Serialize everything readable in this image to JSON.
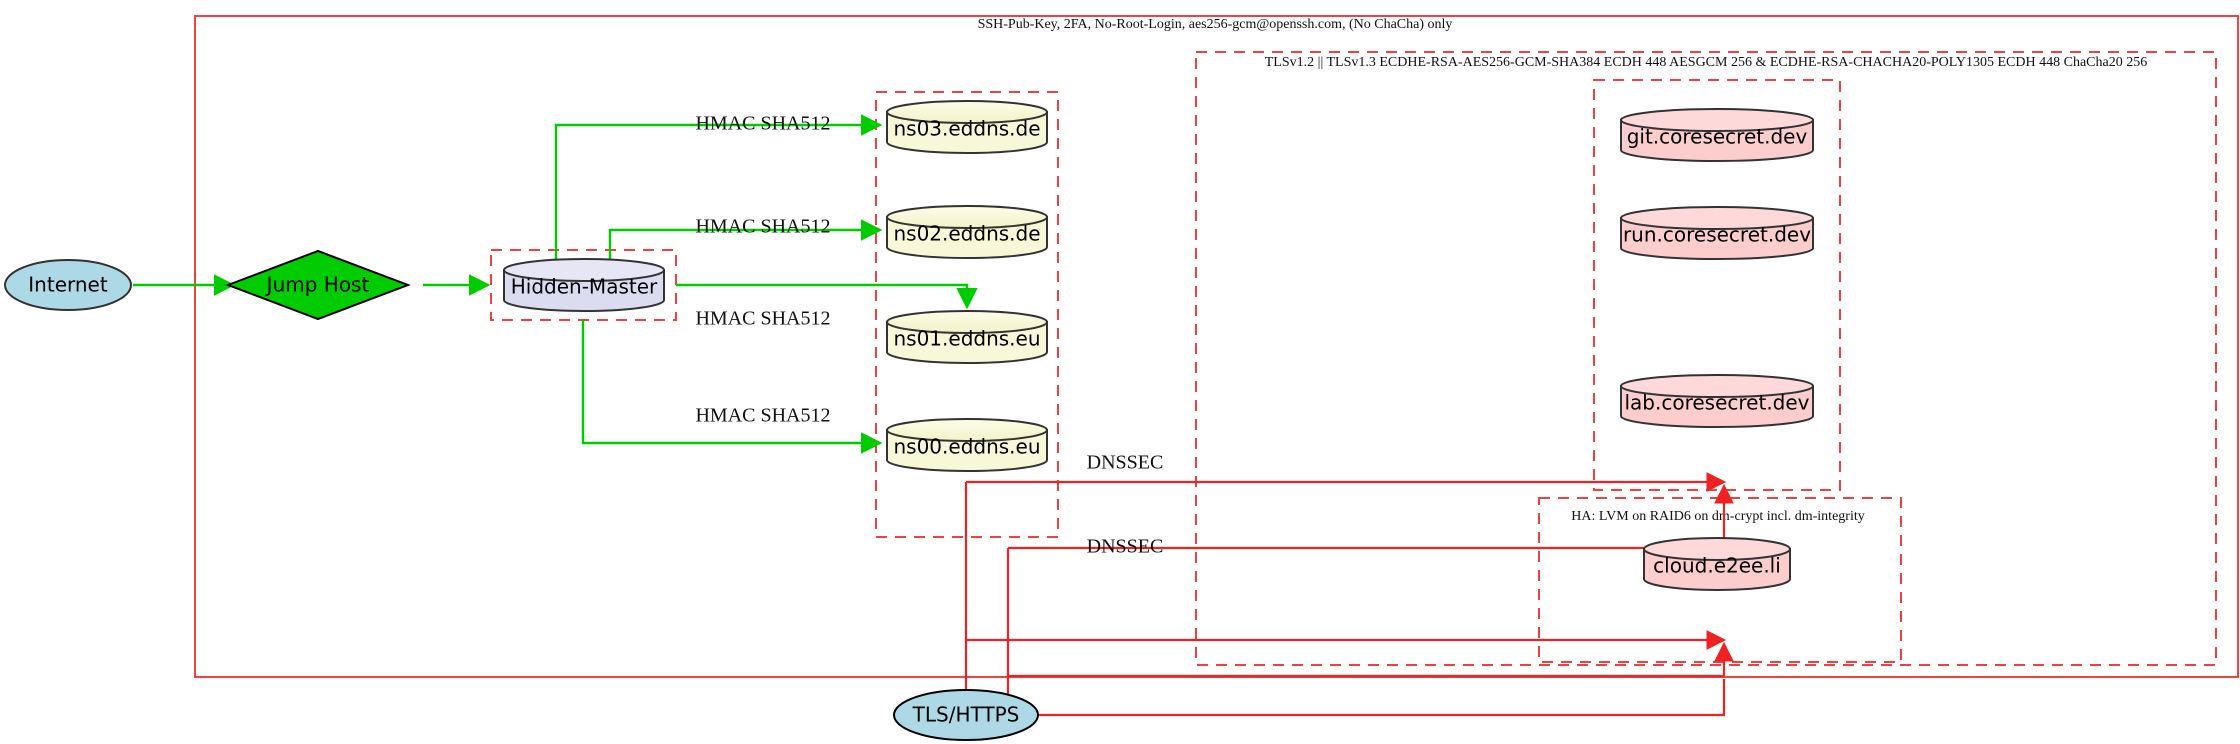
{
  "diagram": {
    "title_labels": {
      "ssh_policy": "SSH-Pub-Key, 2FA, No-Root-Login, aes256-gcm@openssh.com, (No ChaCha) only",
      "tls_policy": "TLSv1.2 || TLSv1.3 ECDHE-RSA-AES256-GCM-SHA384 ECDH 448 AESGCM 256 & ECDHE-RSA-CHACHA20-POLY1305 ECDH 448 ChaCha20 256",
      "ha_policy": "HA: LVM on RAID6 on dm-crypt incl. dm-integrity"
    },
    "nodes": {
      "internet": {
        "label": "Internet",
        "shape": "ellipse",
        "fill": "#add8e6"
      },
      "jump_host": {
        "label": "Jump Host",
        "shape": "diamond",
        "fill": "#00cc00"
      },
      "hidden_master": {
        "label": "Hidden-Master",
        "shape": "cylinder",
        "fill": "#dcdcf0"
      },
      "ns03": {
        "label": "ns03.eddns.de",
        "shape": "cylinder",
        "fill": "#f8f8d8"
      },
      "ns02": {
        "label": "ns02.eddns.de",
        "shape": "cylinder",
        "fill": "#f8f8d8"
      },
      "ns01": {
        "label": "ns01.eddns.eu",
        "shape": "cylinder",
        "fill": "#f8f8d8"
      },
      "ns00": {
        "label": "ns00.eddns.eu",
        "shape": "cylinder",
        "fill": "#f8f8d8"
      },
      "git": {
        "label": "git.coresecret.dev",
        "shape": "cylinder",
        "fill": "#fbcdcd"
      },
      "run": {
        "label": "run.coresecret.dev",
        "shape": "cylinder",
        "fill": "#fbcdcd"
      },
      "lab": {
        "label": "lab.coresecret.dev",
        "shape": "cylinder",
        "fill": "#fbcdcd"
      },
      "cloud": {
        "label": "cloud.e2ee.li",
        "shape": "cylinder",
        "fill": "#fbcdcd"
      },
      "tls_https": {
        "label": "TLS/HTTPS",
        "shape": "ellipse",
        "fill": "#add8e6"
      }
    },
    "edge_labels": {
      "hmac_ns03": "HMAC SHA512",
      "hmac_ns02": "HMAC SHA512",
      "hmac_ns01": "HMAC SHA512",
      "hmac_ns00": "HMAC SHA512",
      "dnssec_upper": "DNSSEC",
      "dnssec_lower": "DNSSEC"
    },
    "colors": {
      "green_edge": "#00cc00",
      "red_edge": "#ee2222",
      "red_dashed": "#f04040",
      "node_stroke": "#333333"
    }
  }
}
